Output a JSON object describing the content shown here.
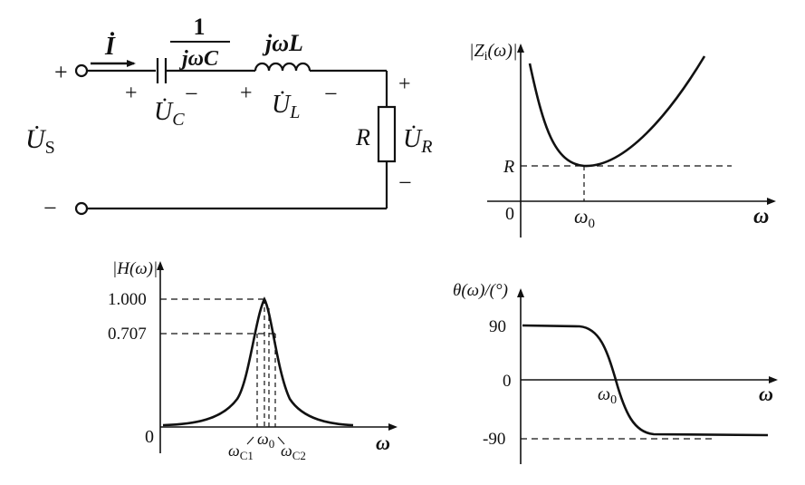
{
  "circuit": {
    "current_label": "İ",
    "cap_fraction_num": "1",
    "cap_fraction_den": "jωC",
    "ind_label": "jωL",
    "plus": "+",
    "minus": "−",
    "source_label": "U̇",
    "source_sub": "S",
    "uc_label": "U̇",
    "uc_sub": "C",
    "ul_label": "U̇",
    "ul_sub": "L",
    "r_label": "R",
    "ur_label": "U̇",
    "ur_sub": "R"
  },
  "impedance_plot": {
    "ylabel": "|Z",
    "ylabel_sub": "i",
    "ylabel_end": "(ω)|",
    "xlabel": "ω",
    "origin": "0",
    "r_label": "R",
    "w0_label": "ω",
    "w0_sub": "0"
  },
  "magnitude_plot": {
    "ylabel": "|H(ω)|",
    "xlabel": "ω",
    "origin": "0",
    "tick_high": "1.000",
    "tick_mid": "0.707",
    "w0_label": "ω",
    "w0_sub": "0",
    "wc1_label": "ω",
    "wc1_sub": "C1",
    "wc2_label": "ω",
    "wc2_sub": "C2"
  },
  "phase_plot": {
    "ylabel": "θ(ω)/(°)",
    "xlabel": "ω",
    "tick_pos": "90",
    "tick_zero": "0",
    "tick_neg": "-90",
    "w0_label": "ω",
    "w0_sub": "0"
  }
}
